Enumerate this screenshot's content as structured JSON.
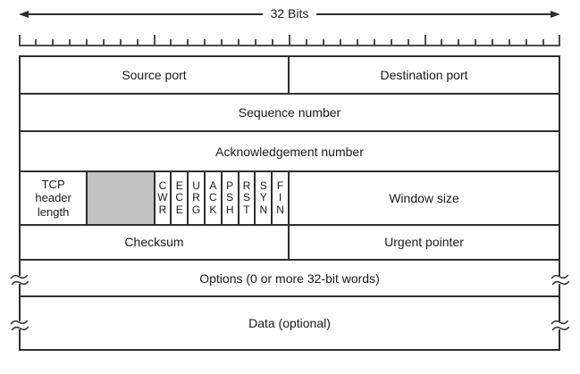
{
  "title": {
    "bits_label": "32 Bits"
  },
  "ruler": {
    "total_bits": 32,
    "major_every": 8
  },
  "colors": {
    "line": "#2e2e2e",
    "tick": "#4a4a4a",
    "reserved_fill": "#c2c2c2",
    "text": "#1a1a1a",
    "background": "#ffffff"
  },
  "fields": {
    "source_port": "Source port",
    "destination_port": "Destination port",
    "sequence_number": "Sequence number",
    "acknowledgement_number": "Acknowledgement number",
    "tcp_header_length": "TCP\nheader\nlength",
    "flags": [
      "C\nW\nR",
      "E\nC\nE",
      "U\nR\nG",
      "A\nC\nK",
      "P\nS\nH",
      "R\nS\nT",
      "S\nY\nN",
      "F\nI\nN"
    ],
    "window_size": "Window size",
    "checksum": "Checksum",
    "urgent_pointer": "Urgent pointer",
    "options": "Options (0 or more 32-bit words)",
    "data": "Data (optional)"
  }
}
